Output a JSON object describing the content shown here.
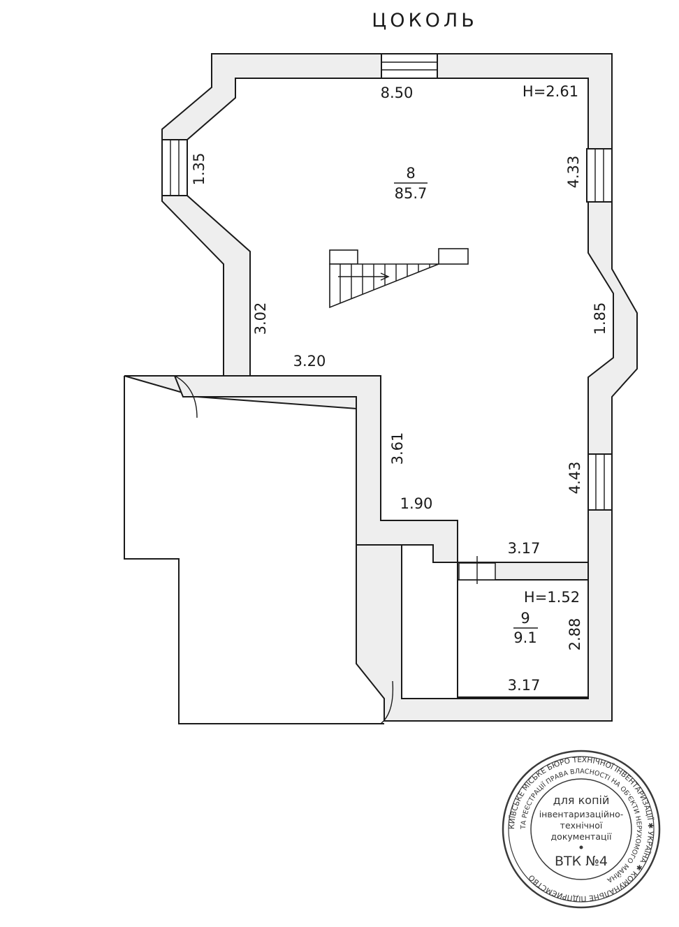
{
  "title": "ЦОКОЛЬ",
  "rooms": [
    {
      "number": "8",
      "area": "85.7",
      "height": "H=2.61"
    },
    {
      "number": "9",
      "area": "9.1",
      "height": "H=1.52"
    }
  ],
  "dimensions": {
    "top_wall": "8.50",
    "left_bay": "1.35",
    "right_upper": "4.33",
    "right_bay": "1.85",
    "right_lower": "4.43",
    "left_inner": "3.02",
    "step_horizontal": "3.20",
    "step_vertical": "3.61",
    "inner_horizontal": "1.90",
    "room9_top": "3.17",
    "room9_bottom": "3.17",
    "room9_right": "2.88"
  },
  "stamp": {
    "outer_ring": "КИЇВСЬКЕ МІСЬКЕ БЮРО ТЕХНІЧНОЇ ІНВЕНТАРИЗАЦІЇ ✱ УКРАЇНА ✱ КОМУНАЛЬНЕ ПІДПРИЄМСТВО",
    "inner_ring": "ТА РЕЄСТРАЦІЇ ПРАВА ВЛАСНОСТІ НА ОБ'ЄКТИ НЕРУХОМОГО МАЙНА",
    "line1": "для копій",
    "line2": "інвентаризаційно-",
    "line3": "технічної",
    "line4": "документації",
    "code": "ВТК №4"
  },
  "colors": {
    "ink": "#1a1a1a",
    "wall_fill": "#eeeeee",
    "stamp_ink": "#3a3a3a"
  }
}
